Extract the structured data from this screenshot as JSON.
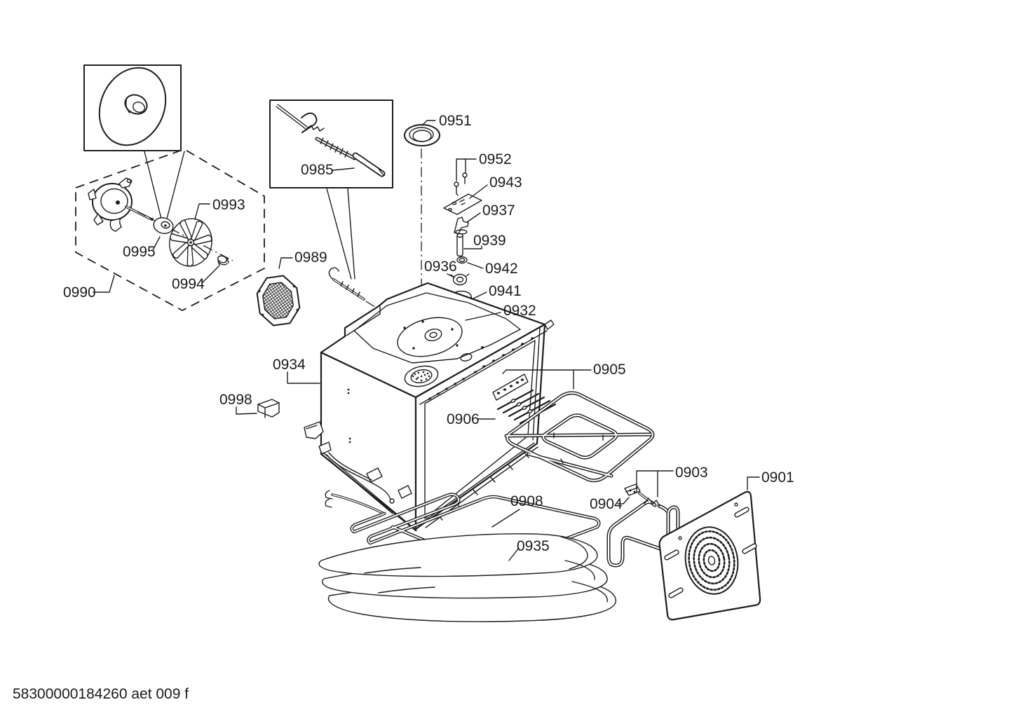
{
  "diagram": {
    "type": "exploded-parts-diagram",
    "subject": "oven cavity with heating elements and fan assembly",
    "footer_code": "58300000184260 aet 009 f",
    "colors": {
      "line": "#1d1d1d",
      "background": "#ffffff"
    },
    "parts": {
      "0901": "0901",
      "0903": "0903",
      "0904": "0904",
      "0905": "0905",
      "0906": "0906",
      "0908": "0908",
      "0932": "0932",
      "0934": "0934",
      "0935": "0935",
      "0936": "0936",
      "0937": "0937",
      "0939": "0939",
      "0941": "0941",
      "0942": "0942",
      "0943": "0943",
      "0951": "0951",
      "0952": "0952",
      "0985": "0985",
      "0989": "0989",
      "0990": "0990",
      "0993": "0993",
      "0994": "0994",
      "0995": "0995",
      "0998": "0998"
    }
  }
}
